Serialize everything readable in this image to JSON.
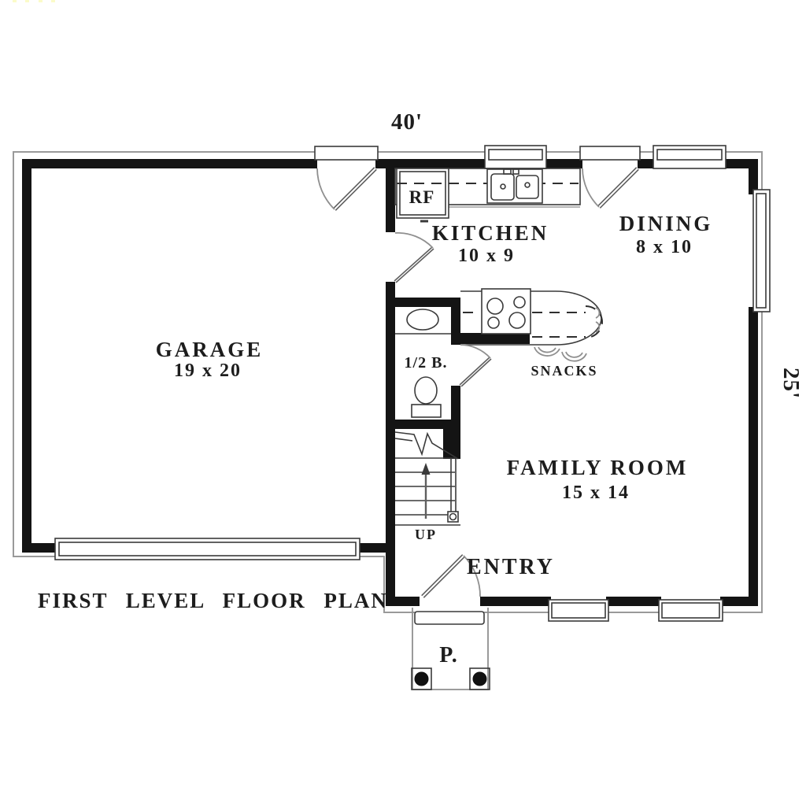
{
  "title": "FIRST LEVEL FLOOR PLAN",
  "dimensions": {
    "width": "40'",
    "depth": "25'"
  },
  "rooms": {
    "garage": {
      "name": "GARAGE",
      "size": "19 x 20"
    },
    "kitchen": {
      "name": "KITCHEN",
      "size": "10 x 9"
    },
    "dining": {
      "name": "DINING",
      "size": "8 x 10"
    },
    "family": {
      "name": "FAMILY ROOM",
      "size": "15 x 14"
    }
  },
  "labels": {
    "refrigerator": "RF",
    "half_bath": "1/2 B.",
    "snacks": "SNACKS",
    "stairs_up": "UP",
    "entry": "ENTRY",
    "porch": "P."
  },
  "colors": {
    "wall": "#141414",
    "thin_line": "#3a3a3a",
    "arc_line": "#8f8f8f",
    "background": "#ffffff",
    "text": "#1d1d1d"
  }
}
